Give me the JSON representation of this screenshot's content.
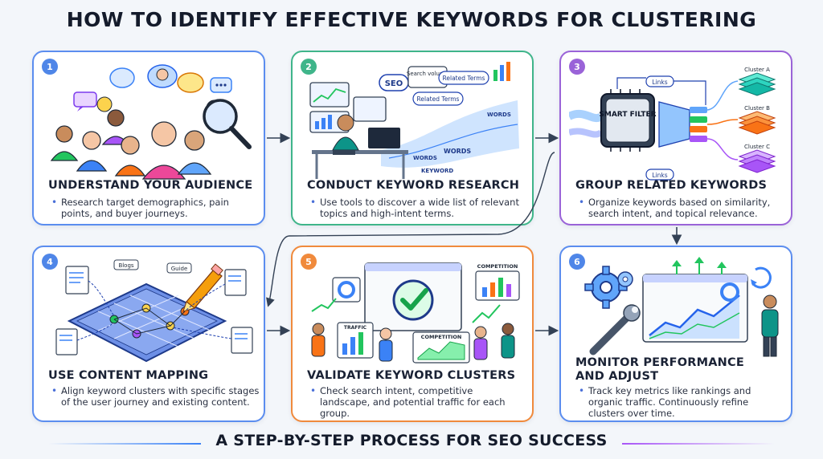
{
  "title": "HOW TO IDENTIFY EFFECTIVE KEYWORDS FOR CLUSTERING",
  "footer": "A STEP-BY-STEP PROCESS FOR SEO SUCCESS",
  "colors": {
    "step1": "#4f86e8",
    "step2": "#3fb58a",
    "step3": "#9a63d8",
    "step4": "#4f86e8",
    "step5": "#f08a3c",
    "step6": "#4f86e8"
  },
  "steps": [
    {
      "number": "1",
      "title": "UNDERSTAND YOUR AUDIENCE",
      "description": "Research target demographics, pain points, and buyer journeys.",
      "icon": "audience-group-magnifier-icon"
    },
    {
      "number": "2",
      "title": "CONDUCT KEYWORD RESEARCH",
      "description": "Use tools to discover a wide list of relevant topics and high-intent terms.",
      "icon": "keyword-research-desk-icon",
      "labels": {
        "seo": "SEO",
        "search_volume": "Search volume",
        "related_terms_1": "Related Terms",
        "related_terms_2": "Related Terms",
        "words_1": "WORDS",
        "words_2": "WORDS",
        "words_3": "WORDS",
        "keyword": "KEYWORD"
      }
    },
    {
      "number": "3",
      "title": "GROUP RELATED KEYWORDS",
      "description": "Organize keywords based on similarity, search intent, and topical relevance.",
      "icon": "smart-filter-icon",
      "labels": {
        "filter": "SMART FILTER",
        "links_top": "Links",
        "links_bottom": "Links",
        "cluster_a": "Cluster A",
        "cluster_b": "Cluster B",
        "cluster_c": "Cluster C"
      }
    },
    {
      "number": "4",
      "title": "USE CONTENT MAPPING",
      "description": "Align keyword clusters with specific stages of the user journey and existing content.",
      "icon": "content-map-icon",
      "labels": {
        "blogs": "Blogs",
        "guide": "Guide"
      }
    },
    {
      "number": "5",
      "title": "VALIDATE KEYWORD CLUSTERS",
      "description": "Check search intent, competitive landscape, and potential traffic for each group.",
      "icon": "validate-checkmark-icon",
      "labels": {
        "competition_top": "COMPETITION",
        "traffic": "TRAFFIC",
        "competition_bottom": "COMPETITION"
      }
    },
    {
      "number": "6",
      "title": "MONITOR PERFORMANCE AND ADJUST",
      "description": "Track key metrics like rankings and organic traffic. Continuously refine clusters over time.",
      "icon": "monitor-performance-icon"
    }
  ]
}
